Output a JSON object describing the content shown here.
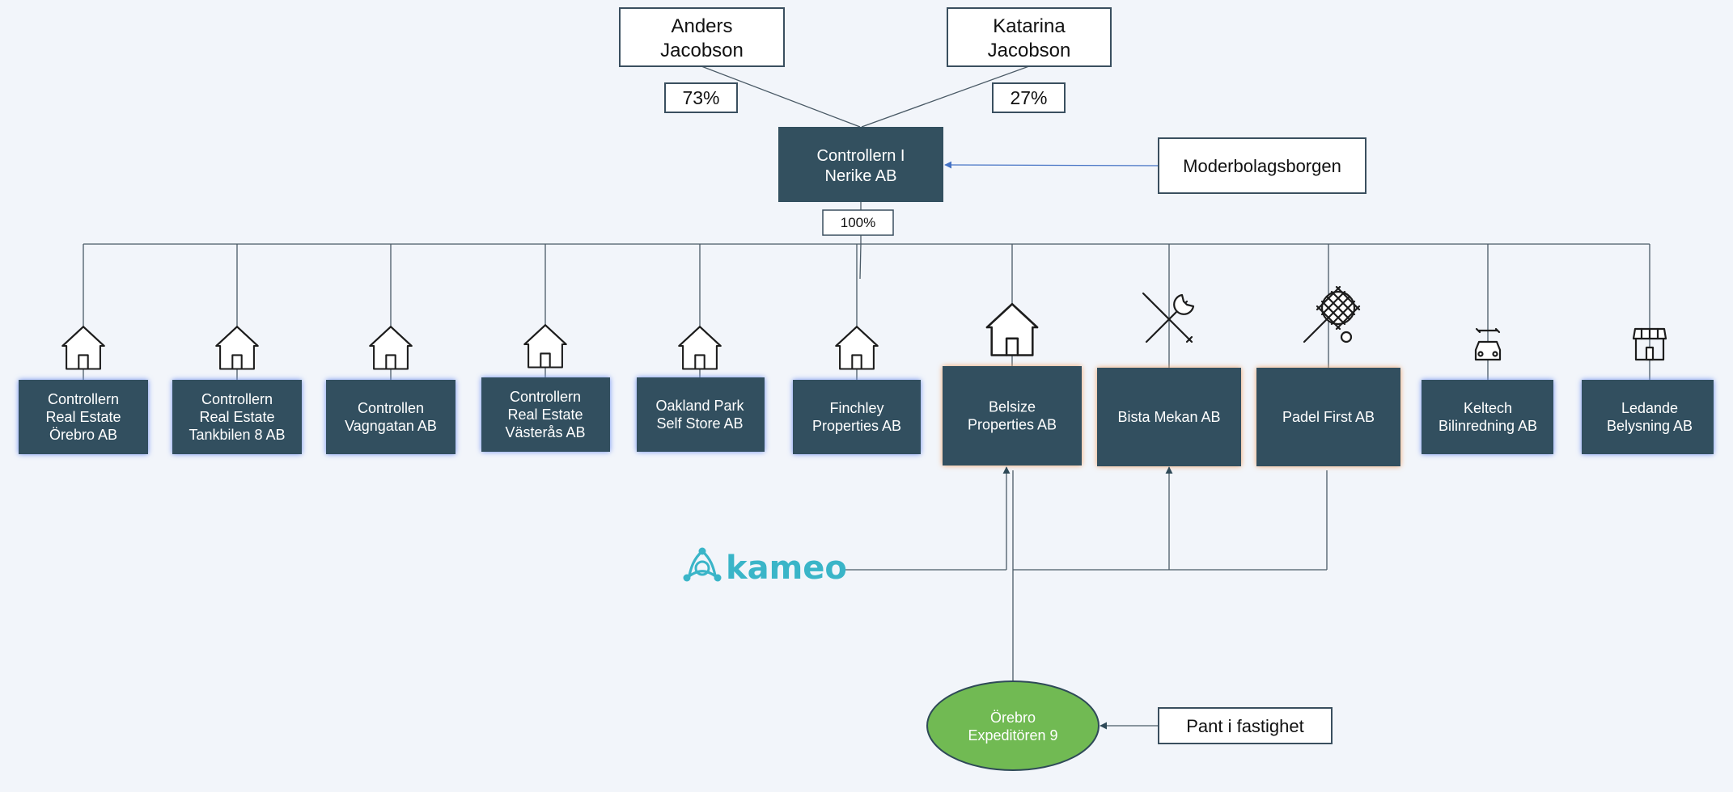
{
  "owners": [
    {
      "name_line1": "Anders",
      "name_line2": "Jacobson",
      "share": "73%"
    },
    {
      "name_line1": "Katarina",
      "name_line2": "Jacobson",
      "share": "27%"
    }
  ],
  "parent": {
    "line1": "Controllern I",
    "line2": "Nerike AB",
    "share": "100%"
  },
  "notes": {
    "parent_guarantee": "Moderbolagsborgen",
    "pledge": "Pant i fastighet"
  },
  "subsidiaries": [
    {
      "lines": [
        "Controllern",
        "Real Estate",
        "Örebro AB"
      ],
      "icon": "house-icon",
      "highlight": "blue"
    },
    {
      "lines": [
        "Controllern",
        "Real Estate",
        "Tankbilen 8 AB"
      ],
      "icon": "house-icon",
      "highlight": "blue"
    },
    {
      "lines": [
        "Controllen",
        "Vagngatan AB"
      ],
      "icon": "house-icon",
      "highlight": "blue"
    },
    {
      "lines": [
        "Controllern",
        "Real Estate",
        "Västerås AB"
      ],
      "icon": "house-icon",
      "highlight": "blue"
    },
    {
      "lines": [
        "Oakland Park",
        "Self Store AB"
      ],
      "icon": "house-icon",
      "highlight": "blue"
    },
    {
      "lines": [
        "Finchley",
        "Properties AB"
      ],
      "icon": "house-icon",
      "highlight": "blue"
    },
    {
      "lines": [
        "Belsize",
        "Properties AB"
      ],
      "icon": "house-icon",
      "highlight": "orange"
    },
    {
      "lines": [
        "Bista Mekan AB"
      ],
      "icon": "tools-icon",
      "highlight": "orange"
    },
    {
      "lines": [
        "Padel First AB"
      ],
      "icon": "tennis-racket-icon",
      "highlight": "orange"
    },
    {
      "lines": [
        "Keltech",
        "Bilinredning AB"
      ],
      "icon": "car-repair-icon",
      "highlight": "blue"
    },
    {
      "lines": [
        "Ledande",
        "Belysning AB"
      ],
      "icon": "storefront-icon",
      "highlight": "blue"
    }
  ],
  "lender": {
    "name": "kameo",
    "icon": "kameo-logo-icon",
    "color": "#3ab5c8"
  },
  "property": {
    "line1": "Örebro",
    "line2": "Expeditören 9",
    "color": "#71ba53"
  },
  "colors": {
    "company_fill": "#33505f",
    "blue_glow": "#6f8ff0",
    "orange_glow": "#f2a56a",
    "background": "#f2f5fa"
  }
}
